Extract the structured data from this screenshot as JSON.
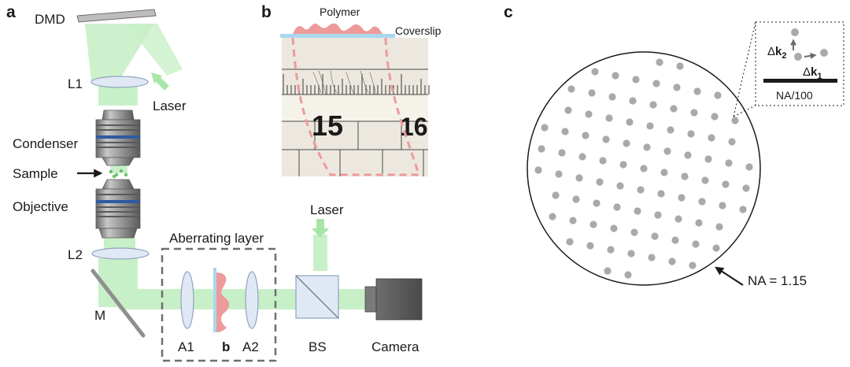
{
  "panel_a": {
    "letter": "a",
    "labels": {
      "dmd": "DMD",
      "l1": "L1",
      "laser_top": "Laser",
      "condenser": "Condenser",
      "sample": "Sample",
      "objective": "Objective",
      "l2": "L2",
      "aberrating_layer": "Aberrating layer",
      "m": "M",
      "a1": "A1",
      "b_marker": "b",
      "a2": "A2",
      "laser_right": "Laser",
      "bs": "BS",
      "camera": "Camera"
    }
  },
  "panel_b": {
    "letter": "b",
    "labels": {
      "polymer": "Polymer",
      "coverslip": "Coverslip",
      "ruler_15": "15",
      "ruler_16": "16"
    }
  },
  "panel_c": {
    "letter": "c",
    "labels": {
      "na_outer": "NA = 1.15",
      "scale_bar": "NA/100",
      "dk1_sym": "Δ",
      "dk1_k": "k",
      "dk1_sub": "1",
      "dk2_sym": "Δ",
      "dk2_k": "k",
      "dk2_sub": "2"
    },
    "colors": {
      "dot": "#a9a9a9",
      "circle": "#1a1a1a"
    }
  },
  "colors": {
    "beam": "#c8f0c8",
    "beam_dark": "#a8e6a8",
    "lens_fill": "#dfe8f4",
    "lens_stroke": "#8fa3bd",
    "objective_body": "#8f8f8f",
    "objective_band": "#2e5aa0",
    "polymer": "#ee9a9a",
    "coverslip": "#a9d8ee",
    "dashed_box": "#6e6e6e"
  }
}
